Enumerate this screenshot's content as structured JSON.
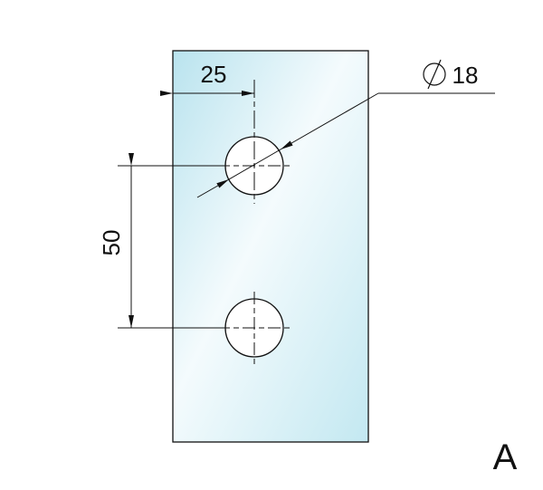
{
  "dimensions": {
    "horizontal_offset": "25",
    "vertical_spacing": "50",
    "hole_diameter": "18",
    "diameter_symbol": "⌀"
  },
  "view_label": "A",
  "colors": {
    "glass_light": "#ffffff",
    "glass_tint": "#bfe6f0",
    "line": "#111111"
  }
}
